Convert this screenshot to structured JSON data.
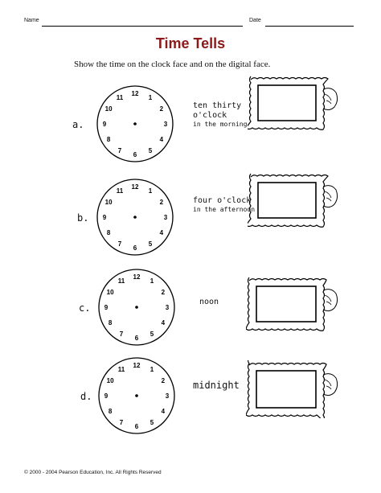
{
  "header": {
    "name_label": "Name",
    "date_label": "Date"
  },
  "title": "Time Tells",
  "instructions": "Show the time on the clock face and on the digital face.",
  "clock_numbers": [
    "12",
    "1",
    "2",
    "3",
    "4",
    "5",
    "6",
    "7",
    "8",
    "9",
    "10",
    "11"
  ],
  "rows": [
    {
      "letter": "a.",
      "phrase": [
        "ten thirty",
        "o'clock",
        "in the morning"
      ]
    },
    {
      "letter": "b.",
      "phrase": [
        "four o'clock",
        "in the afternoon"
      ]
    },
    {
      "letter": "c.",
      "phrase": [
        "noon"
      ]
    },
    {
      "letter": "d.",
      "phrase": [
        "midnight"
      ]
    }
  ],
  "footer": "© 2000 - 2004 Pearson Education, Inc. All Rights Reserved"
}
